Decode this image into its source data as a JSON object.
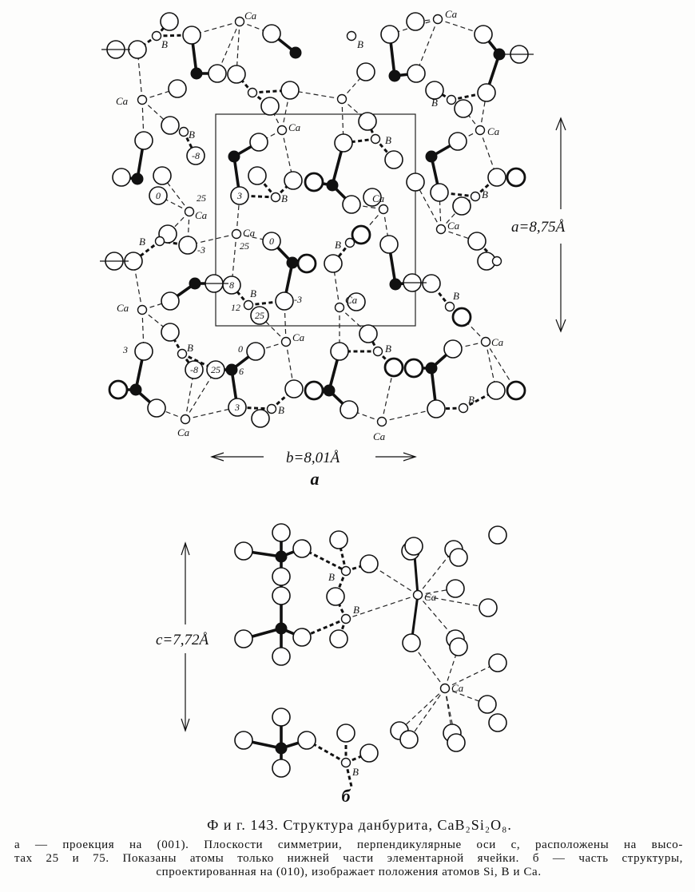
{
  "figure_a": {
    "labels": {
      "ca": "Ca",
      "b": "B"
    },
    "heights": {
      "m8": "-8",
      "z0": "0",
      "h25": "25",
      "h3": "3",
      "m3": "-3",
      "h8": "8",
      "h12": "12",
      "h6": "6"
    },
    "axis_a": "a=8,75Å",
    "axis_b": "b=8,01Å",
    "panel_label": "а"
  },
  "figure_b": {
    "labels": {
      "ca": "Ca",
      "b": "B"
    },
    "axis_c": "c=7,72Å",
    "panel_label": "б"
  },
  "caption": {
    "title": "Ф и г. 143. Структура данбурита, CaB₂Si₂O₈.",
    "lines": [
      "а — проекция на (001). Плоскости симметрии, перпендикулярные оси с, расположены на высо-",
      "тах 25 и 75. Показаны атомы только нижней части элементарной ячейки. б — часть структуры,",
      "спроектированная на (010), изображает положения атомов Si, B и Ca."
    ]
  }
}
